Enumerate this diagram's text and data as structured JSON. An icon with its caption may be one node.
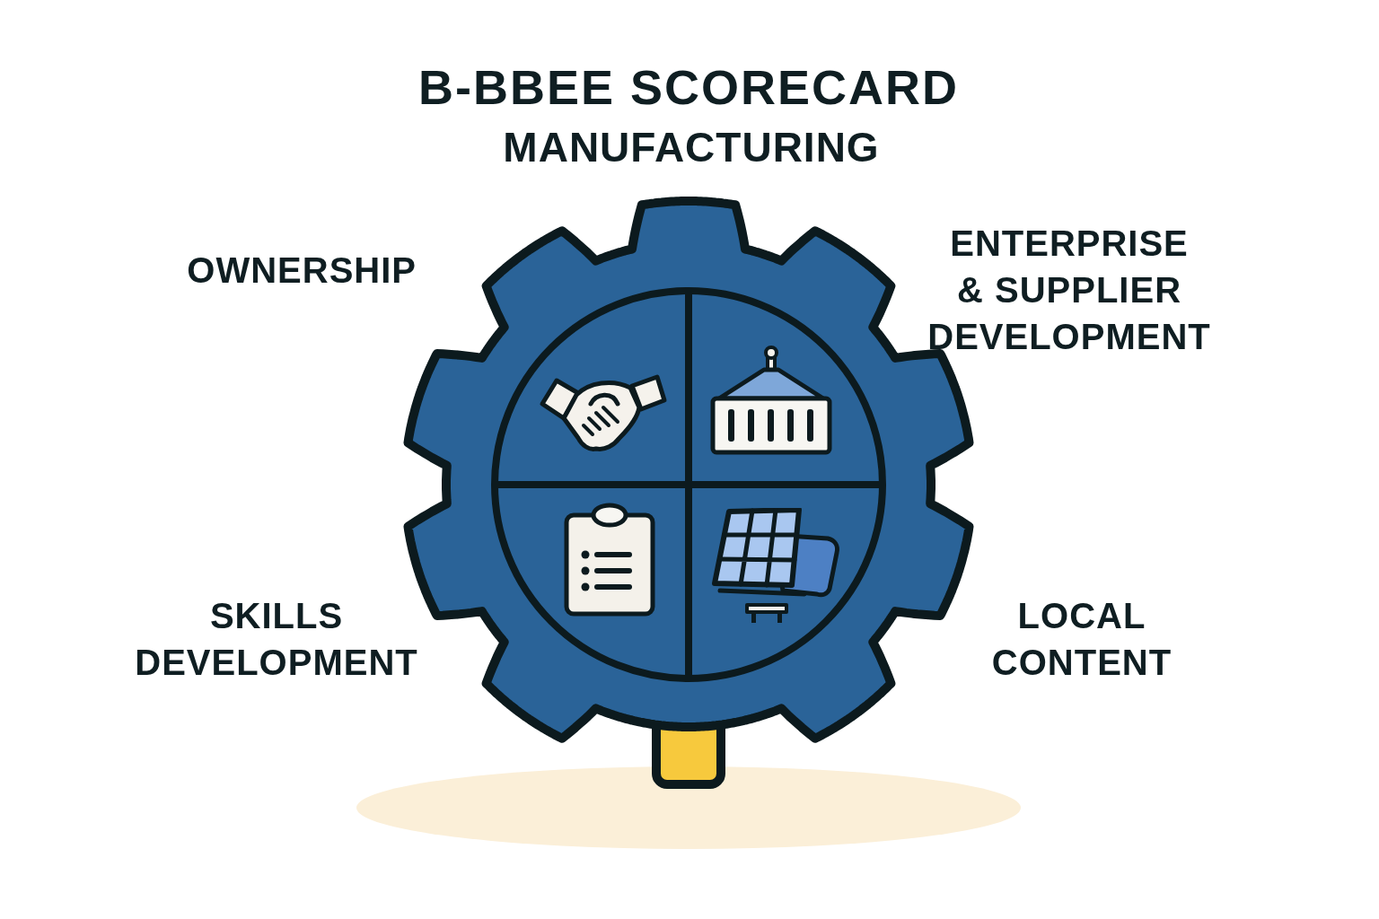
{
  "diagram": {
    "title": "B-BBEE SCORECARD",
    "labels": [
      "MANUFACTURING",
      "OWNERSHIP",
      "ENTERPRISE & SUPPLIER DEVELOPMENT",
      "SKILLS DEVELOPMENT",
      "LOCAL CONTENT"
    ]
  }
}
